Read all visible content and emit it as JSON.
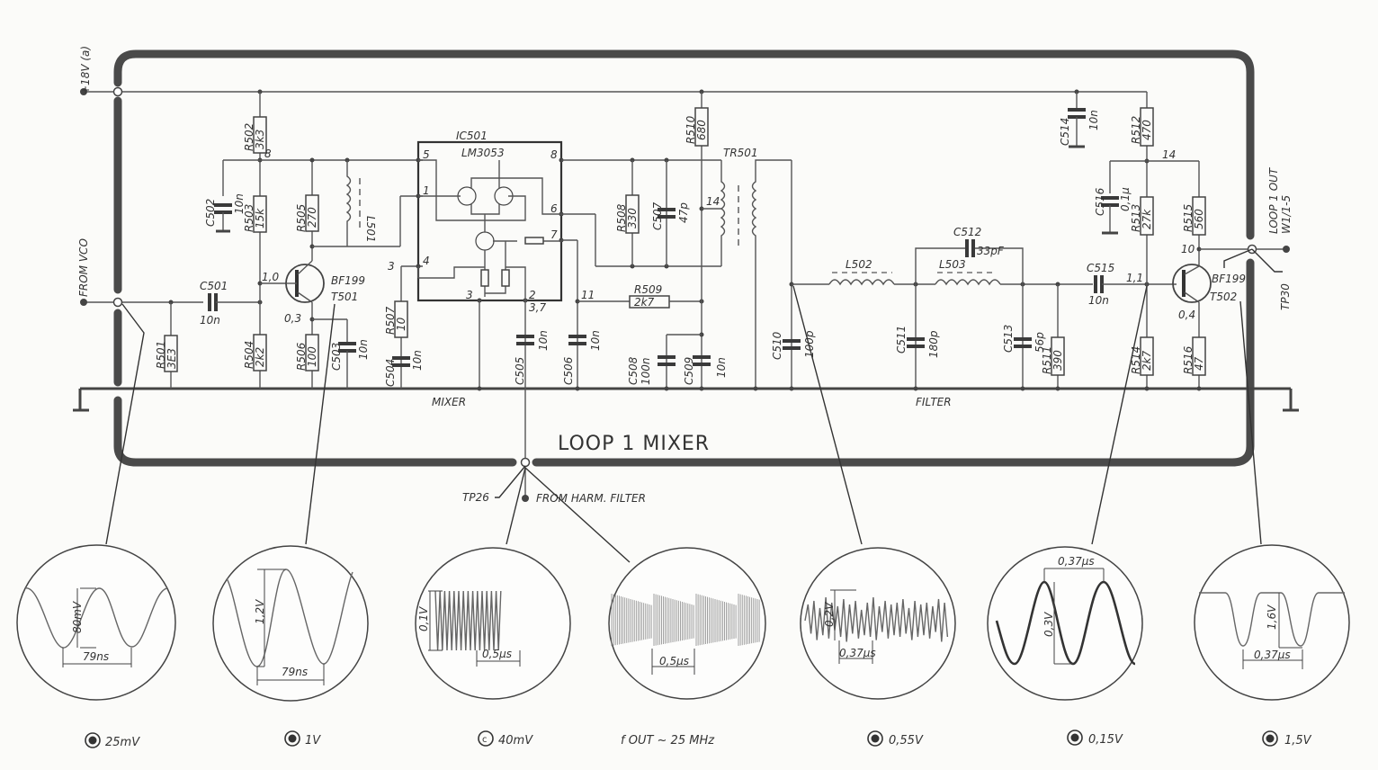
{
  "title": "LOOP 1 MIXER",
  "sections": {
    "mixer": "MIXER",
    "filter": "FILTER"
  },
  "terminals": {
    "supply": "+18V (a)",
    "input": "FROM VCO",
    "output_line1": "LOOP 1 OUT",
    "output_line2": "W1/1-5",
    "harm_filter": "FROM HARM. FILTER",
    "tp26": "TP26",
    "tp30": "TP30"
  },
  "ic": {
    "ref": "IC501",
    "part": "LM3053",
    "pins": [
      "5",
      "8",
      "1",
      "6",
      "7",
      "4",
      "3",
      "2"
    ]
  },
  "transistors": [
    {
      "ref": "T501",
      "part": "BF199",
      "base_v": "1,0",
      "emitter_v": "0,3"
    },
    {
      "ref": "T502",
      "part": "BF199",
      "base_v": "1,1",
      "emitter_v": "0,4",
      "collector_v": "10"
    }
  ],
  "transformer": {
    "ref": "TR501",
    "tap": "14"
  },
  "node_voltages": {
    "n8": "8",
    "n3": "3",
    "n11": "11",
    "n3_7": "3,7",
    "n14": "14"
  },
  "resistors": [
    {
      "ref": "R501",
      "value": "3E3"
    },
    {
      "ref": "R502",
      "value": "3k3"
    },
    {
      "ref": "R503",
      "value": "15k"
    },
    {
      "ref": "R504",
      "value": "2k2"
    },
    {
      "ref": "R505",
      "value": "270"
    },
    {
      "ref": "R506",
      "value": "100"
    },
    {
      "ref": "R507",
      "value": "10"
    },
    {
      "ref": "R508",
      "value": "330"
    },
    {
      "ref": "R509",
      "value": "2k7"
    },
    {
      "ref": "R510",
      "value": "680"
    },
    {
      "ref": "R511",
      "value": "390"
    },
    {
      "ref": "R512",
      "value": "470"
    },
    {
      "ref": "R513",
      "value": "27k"
    },
    {
      "ref": "R514",
      "value": "2k7"
    },
    {
      "ref": "R515",
      "value": "560"
    },
    {
      "ref": "R516",
      "value": "47"
    }
  ],
  "capacitors": [
    {
      "ref": "C501",
      "value": "10n"
    },
    {
      "ref": "C502",
      "value": "10n"
    },
    {
      "ref": "C503",
      "value": "10n"
    },
    {
      "ref": "C504",
      "value": "10n"
    },
    {
      "ref": "C505",
      "value": "10n"
    },
    {
      "ref": "C506",
      "value": "10n"
    },
    {
      "ref": "C507",
      "value": "47p"
    },
    {
      "ref": "C508",
      "value": "100n"
    },
    {
      "ref": "C509",
      "value": "10n"
    },
    {
      "ref": "C510",
      "value": "100p"
    },
    {
      "ref": "C511",
      "value": "180p"
    },
    {
      "ref": "C512",
      "value": "33pF"
    },
    {
      "ref": "C513",
      "value": "56p"
    },
    {
      "ref": "C514",
      "value": "10n"
    },
    {
      "ref": "C515",
      "value": "10n"
    },
    {
      "ref": "C516",
      "value": "0,1µ"
    }
  ],
  "inductors": [
    {
      "ref": "L501"
    },
    {
      "ref": "L502"
    },
    {
      "ref": "L503"
    }
  ],
  "scopes": [
    {
      "amplitude": "80mV",
      "period": "79ns",
      "probe_setting": "25mV",
      "probe_type": "dc"
    },
    {
      "amplitude": "1,2V",
      "period": "79ns",
      "probe_setting": "1V",
      "probe_type": "dc"
    },
    {
      "amplitude": "0,1V",
      "period": "0,5µs",
      "probe_setting": "40mV",
      "probe_type": "ac"
    },
    {
      "amplitude": "",
      "period": "0,5µs",
      "probe_setting": "f OUT ~ 25 MHz",
      "probe_type": "none"
    },
    {
      "amplitude": "0,2V",
      "period": "0,37µs",
      "probe_setting": "0,55V",
      "probe_type": "dc"
    },
    {
      "amplitude": "0,3V",
      "period": "0,37µs",
      "probe_setting": "0,15V",
      "probe_type": "dc"
    },
    {
      "amplitude": "1,6V",
      "period": "0,37µs",
      "probe_setting": "1,5V",
      "probe_type": "dc"
    }
  ]
}
